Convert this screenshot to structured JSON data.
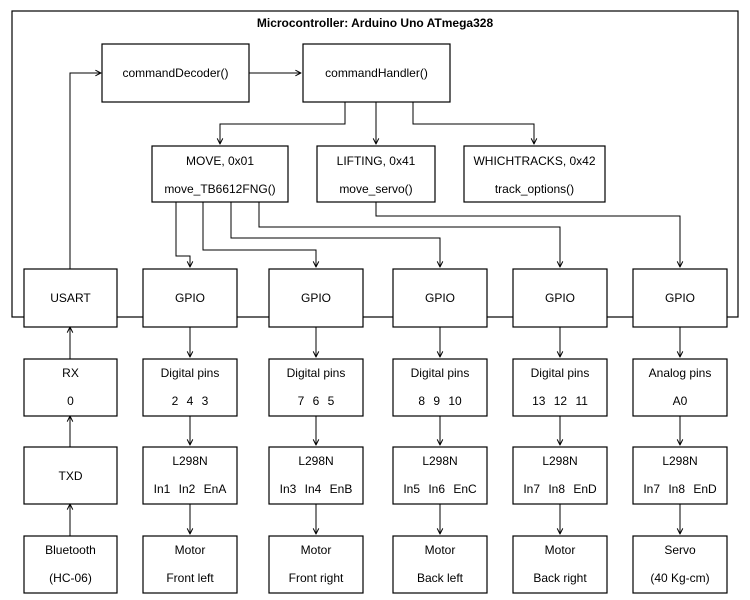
{
  "diagram": {
    "title": "Microcontroller: Arduino Uno ATmega328",
    "functions": {
      "decoder": "commandDecoder()",
      "handler": "commandHandler()"
    },
    "commands": [
      {
        "name": "MOVE, 0x01",
        "func": "move_TB6612FNG()"
      },
      {
        "name": "LIFTING, 0x41",
        "func": "move_servo()"
      },
      {
        "name": "WHICHTRACKS, 0x42",
        "func": "track_options()"
      }
    ],
    "usart": "USART",
    "rx": {
      "label": "RX",
      "value": "0"
    },
    "txd": "TXD",
    "bluetooth": {
      "line1": "Bluetooth",
      "line2": "(HC-06)"
    },
    "columns": [
      {
        "gpio": "GPIO",
        "pins_title": "Digital pins",
        "pins": "2 4 3",
        "driver": "L298N",
        "inputs": "In1 In2 EnA",
        "device": "Motor",
        "device_sub": "Front left"
      },
      {
        "gpio": "GPIO",
        "pins_title": "Digital pins",
        "pins": "7 6 5",
        "driver": "L298N",
        "inputs": "In3 In4 EnB",
        "device": "Motor",
        "device_sub": "Front right"
      },
      {
        "gpio": "GPIO",
        "pins_title": "Digital pins",
        "pins": "8 9 10",
        "driver": "L298N",
        "inputs": "In5 In6 EnC",
        "device": "Motor",
        "device_sub": "Back left"
      },
      {
        "gpio": "GPIO",
        "pins_title": "Digital pins",
        "pins": "13 12 11",
        "driver": "L298N",
        "inputs": "In7 In8 EnD",
        "device": "Motor",
        "device_sub": "Back right"
      },
      {
        "gpio": "GPIO",
        "pins_title": "Analog pins",
        "pins": "A0",
        "driver": "L298N",
        "inputs": "In7 In8 EnD",
        "device": "Servo",
        "device_sub": "(40 Kg-cm)"
      }
    ]
  }
}
